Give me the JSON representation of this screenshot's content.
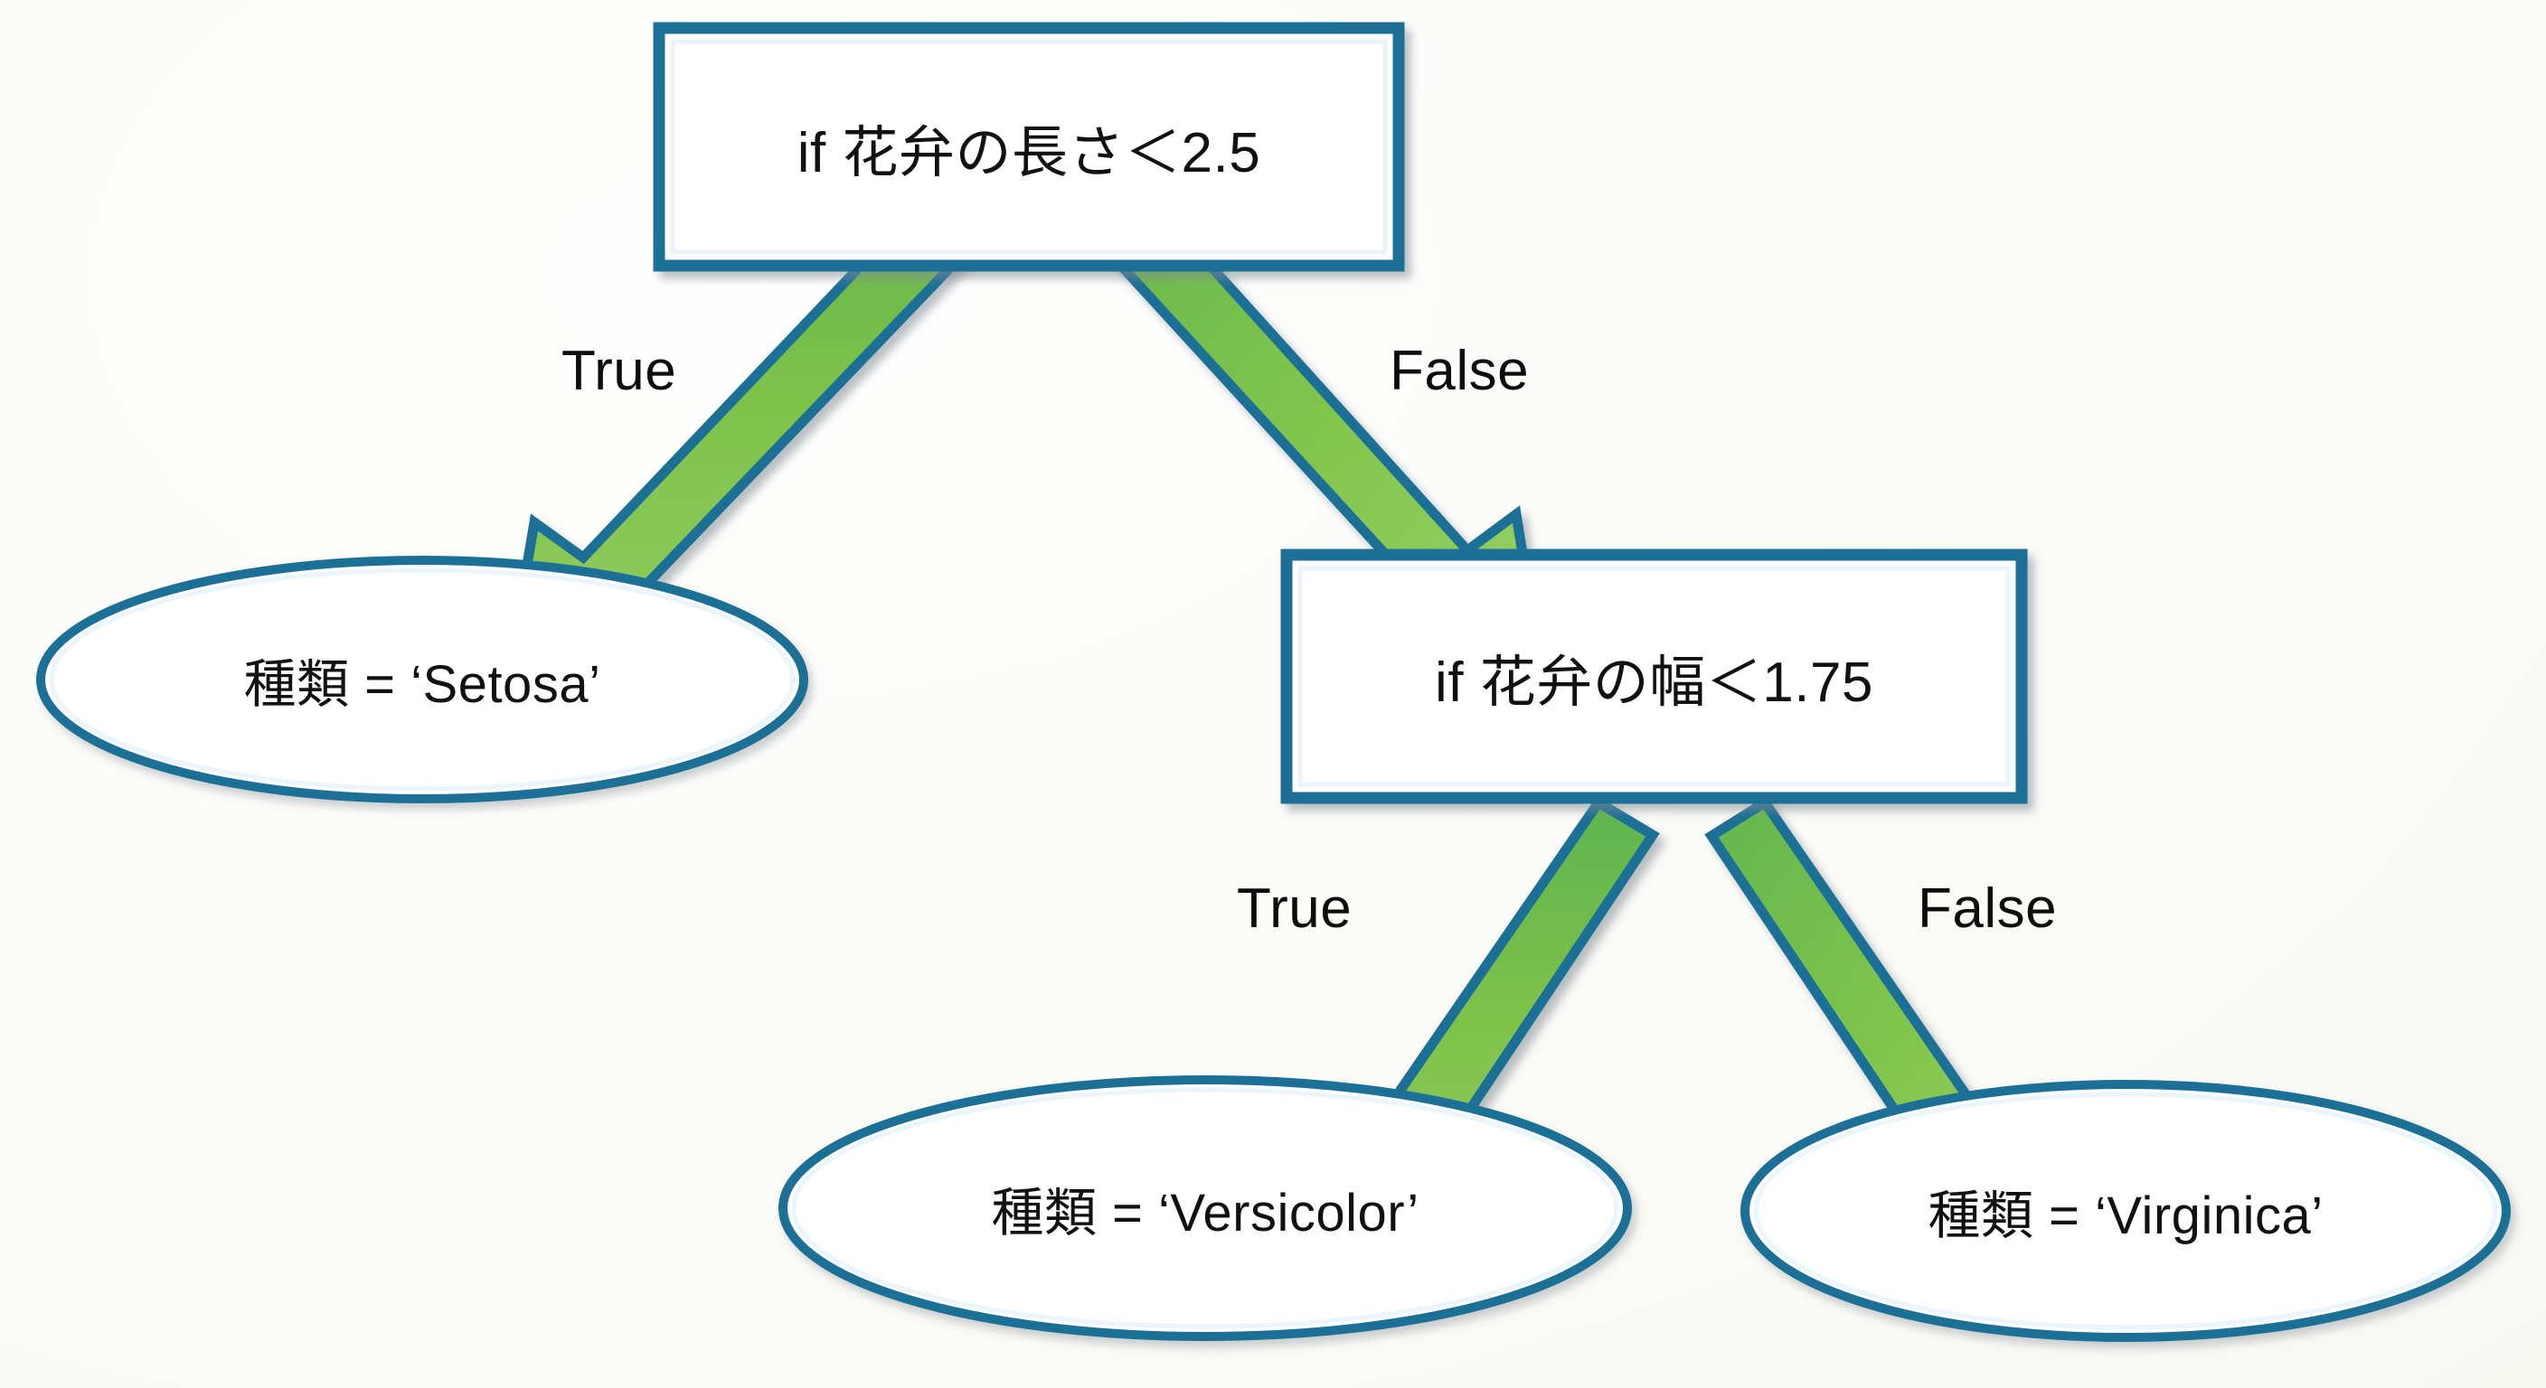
{
  "diagram": {
    "title": "Iris decision tree (Japanese)",
    "type": "decision-tree",
    "background_color": "#fbfbf8",
    "node_border_color": "#1c7096",
    "node_fill_color": "#ffffff",
    "arrow_fill_color": "#7ec046",
    "arrow_outline_color": "#1c7096",
    "text_color": "#111111"
  },
  "nodes": {
    "root": {
      "id": "root",
      "shape": "rectangle",
      "label": "if 花弁の長さ＜2.5"
    },
    "decision2": {
      "id": "decision2",
      "shape": "rectangle",
      "label": "if 花弁の幅＜1.75"
    },
    "leaf_setosa": {
      "id": "leaf-setosa",
      "shape": "ellipse",
      "label": "種類 = ‘Setosa’"
    },
    "leaf_versicolor": {
      "id": "leaf-versicolor",
      "shape": "ellipse",
      "label": "種類 = ‘Versicolor’"
    },
    "leaf_virginica": {
      "id": "leaf-virginica",
      "shape": "ellipse",
      "label": "種類 = ‘Virginica’"
    }
  },
  "edges": {
    "root_true": {
      "from": "root",
      "to": "leaf_setosa",
      "label": "True"
    },
    "root_false": {
      "from": "root",
      "to": "decision2",
      "label": "False"
    },
    "d2_true": {
      "from": "decision2",
      "to": "leaf_versicolor",
      "label": "True"
    },
    "d2_false": {
      "from": "decision2",
      "to": "leaf_virginica",
      "label": "False"
    }
  }
}
